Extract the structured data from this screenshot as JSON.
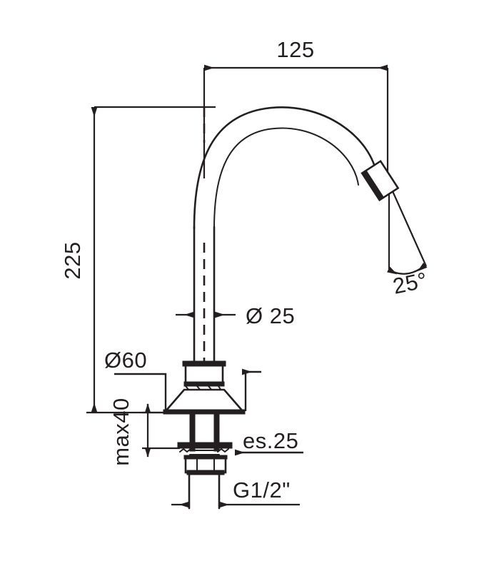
{
  "drawing": {
    "title": "Faucet technical dimension drawing",
    "background_color": "#ffffff",
    "line_color": "#231f20",
    "units": "mm"
  },
  "dimensions": {
    "spout_reach": {
      "label": "125",
      "name": "spout-reach-dimension",
      "orientation": "horizontal"
    },
    "overall_height": {
      "label": "225",
      "name": "overall-height-dimension",
      "orientation": "vertical-rotated"
    },
    "tube_diameter": {
      "label": "Ø 25",
      "name": "tube-diameter-dimension",
      "orientation": "horizontal"
    },
    "base_diameter": {
      "label": "Ø60",
      "name": "base-diameter-dimension",
      "orientation": "horizontal"
    },
    "max_thickness": {
      "label": "max40",
      "name": "max-mounting-thickness-dimension",
      "orientation": "vertical-rotated"
    },
    "washer_thickness": {
      "label": "es.25",
      "name": "washer-thickness-callout",
      "orientation": "horizontal"
    },
    "thread_size": {
      "label": "G1/2\"",
      "name": "thread-size-callout",
      "orientation": "horizontal"
    },
    "outlet_angle": {
      "label": "25°",
      "name": "outlet-angle-dimension",
      "orientation": "angular"
    }
  },
  "parts": {
    "spout_arc": "spout-curved-tube",
    "aerator": "aerator-outlet",
    "riser": "vertical-riser-tube",
    "collar": "decorative-collar",
    "cone_base": "conical-base",
    "shank": "threaded-shank",
    "washer": "sealing-washer",
    "nut": "mounting-nut",
    "tailpiece": "supply-tailpiece",
    "centerline": "vertical-centerline"
  }
}
